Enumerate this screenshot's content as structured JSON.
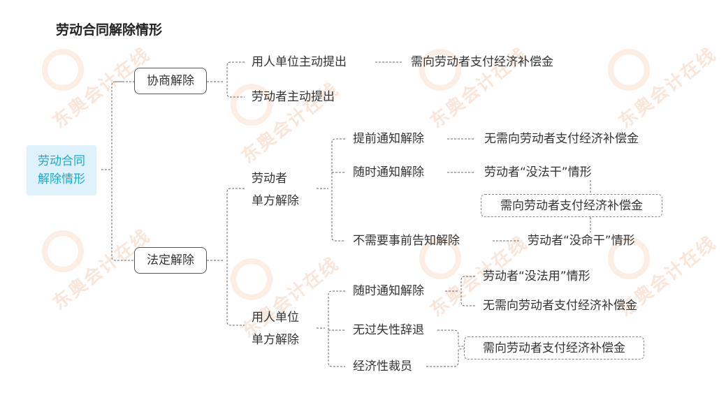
{
  "title": "劳动合同解除情形",
  "watermark": {
    "text": "东奥会计在线"
  },
  "colors": {
    "root_bg": "#dff2fb",
    "root_text": "#1aa9d6",
    "line": "#666666",
    "watermark": "#f5c8aa"
  },
  "root": {
    "line1": "劳动合同",
    "line2": "解除情形"
  },
  "xieshang": {
    "label": "协商解除",
    "employer_proposes": "用人单位主动提出",
    "employer_result": "需向劳动者支付经济补偿金",
    "employee_proposes": "劳动者主动提出"
  },
  "fading": {
    "label": "法定解除",
    "employee_unilateral": {
      "line1": "劳动者",
      "line2": "单方解除",
      "advance_notice": "提前通知解除",
      "advance_result": "无需向劳动者支付经济补偿金",
      "anytime_notice": "随时通知解除",
      "anytime_result": "劳动者“没法干”情形",
      "no_notice": "不需要事前告知解除",
      "no_notice_result": "劳动者“没命干”情形",
      "shared_result": "需向劳动者支付经济补偿金"
    },
    "employer_unilateral": {
      "line1": "用人单位",
      "line2": "单方解除",
      "anytime_notice": "随时通知解除",
      "anytime_case": "劳动者“没法用”情形",
      "anytime_result": "无需向劳动者支付经济补偿金",
      "no_fault": "无过失性辞退",
      "layoff": "经济性裁员",
      "shared_result": "需向劳动者支付经济补偿金"
    }
  }
}
